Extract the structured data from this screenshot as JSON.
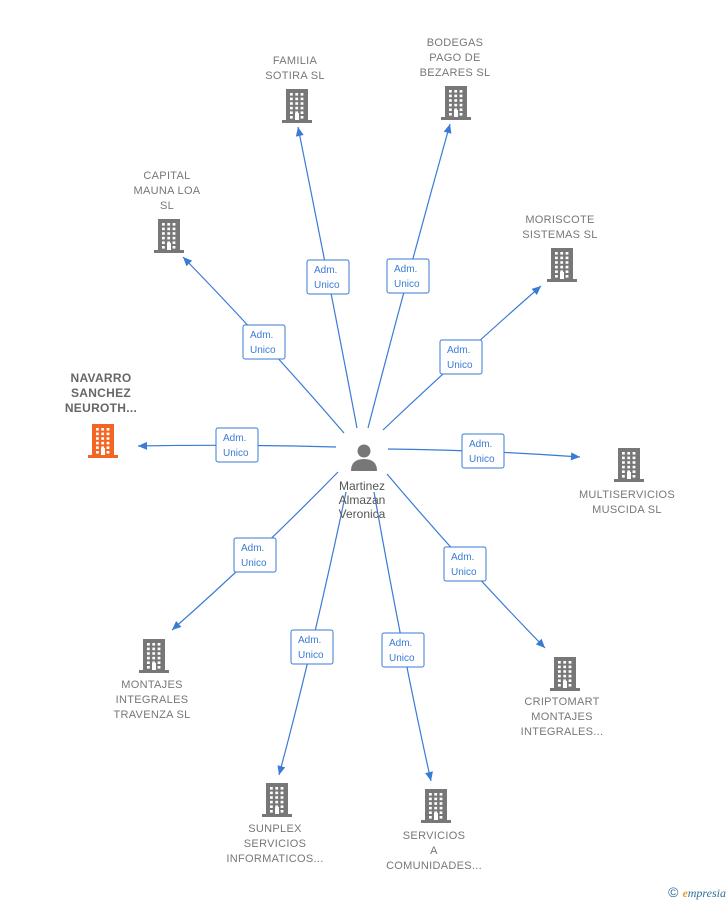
{
  "center": {
    "name_lines": [
      "Martinez",
      "Almazan",
      "Veronica"
    ],
    "icon": "person-icon"
  },
  "edge_label_lines": [
    "Adm.",
    "Unico"
  ],
  "colors": {
    "edge": "#3a7bd5",
    "building": "#777777",
    "building_highlight": "#f26522",
    "brand_e": "#e8a020",
    "brand": "#2c6d9c"
  },
  "companies": [
    {
      "id": "familia-sotira",
      "lines": [
        "FAMILIA",
        "SOTIRA  SL"
      ],
      "highlight": false
    },
    {
      "id": "bodegas-pago",
      "lines": [
        "BODEGAS",
        "PAGO DE",
        "BEZARES  SL"
      ],
      "highlight": false
    },
    {
      "id": "capital-mauna-loa",
      "lines": [
        "CAPITAL",
        "MAUNA LOA",
        "SL"
      ],
      "highlight": false
    },
    {
      "id": "moriscote",
      "lines": [
        "MORISCOTE",
        "SISTEMAS  SL"
      ],
      "highlight": false
    },
    {
      "id": "navarro-sanchez",
      "lines": [
        "NAVARRO",
        "SANCHEZ",
        "NEUROTH..."
      ],
      "highlight": true
    },
    {
      "id": "multiservicios",
      "lines": [
        "MULTISERVICIOS",
        "MUSCIDA  SL"
      ],
      "highlight": false
    },
    {
      "id": "montajes-travenza",
      "lines": [
        "MONTAJES",
        "INTEGRALES",
        "TRAVENZA  SL"
      ],
      "highlight": false
    },
    {
      "id": "criptomart",
      "lines": [
        "CRIPTOMART",
        "MONTAJES",
        "INTEGRALES..."
      ],
      "highlight": false
    },
    {
      "id": "sunplex",
      "lines": [
        "SUNPLEX",
        "SERVICIOS",
        "INFORMATICOS..."
      ],
      "highlight": false
    },
    {
      "id": "servicios-comunidades",
      "lines": [
        "SERVICIOS",
        "A",
        "COMUNIDADES..."
      ],
      "highlight": false
    }
  ],
  "footer": {
    "copyright": "©",
    "brand_first": "e",
    "brand_rest": "mpresia"
  }
}
